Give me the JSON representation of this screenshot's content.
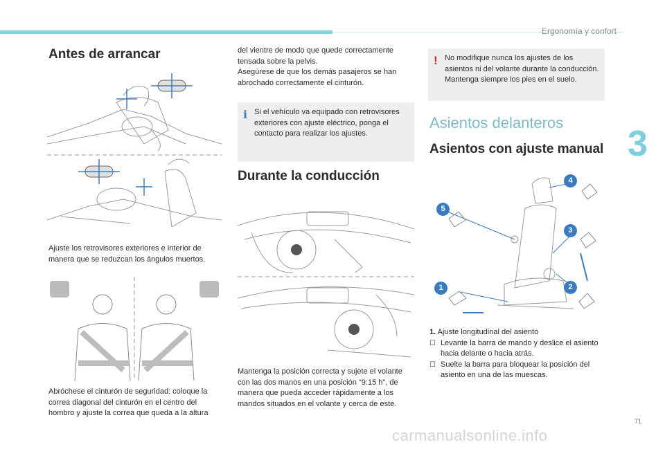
{
  "header": {
    "section_title": "Ergonomía y confort",
    "chapter_number": "3",
    "page_number": "71"
  },
  "watermark": "carmanualsonline.info",
  "col1": {
    "heading": "Antes de arrancar",
    "caption_mirrors": "Ajuste los retrovisores exteriores e interior de manera que se reduzcan los ángulos muertos.",
    "caption_belt": "Abróchese el cinturón de seguridad: coloque la correa diagonal del cinturón en el centro del hombro y ajuste la correa que queda a la altura"
  },
  "col2": {
    "continued_text": "del vientre de modo que quede correctamente tensada sobre la pelvis.\nAsegúrese de que los demás pasajeros se han abrochado correctamente el cinturón.",
    "info_note": {
      "icon": "info-icon",
      "text": "Si el vehículo va equipado con retrovisores exteriores con ajuste eléctrico, ponga el contacto para realizar los ajustes."
    },
    "heading": "Durante la conducción",
    "caption_driving": "Mantenga la posición correcta y sujete el volante con las dos manos en una posición \"9:15 h\", de manera que pueda acceder rápidamente a los mandos situados en el volante y cerca de este."
  },
  "col3": {
    "warning_note": {
      "icon": "warning-icon",
      "text": "No modifique nunca los ajustes de los asientos ni del volante durante la conducción.\nMantenga siempre los pies en el suelo."
    },
    "section_heading": "Asientos delanteros",
    "subheading": "Asientos con ajuste manual",
    "seat_callouts": [
      "1",
      "2",
      "3",
      "4",
      "5"
    ],
    "item1": {
      "number": "1.",
      "title": "Ajuste longitudinal del asiento",
      "bullets": [
        "Levante la barra de mando y deslice el asiento hacia delante o hacia atrás.",
        "Suelte la barra para bloquear la posición del asiento en una de las muescas."
      ]
    }
  },
  "colors": {
    "accent_cyan": "#7fd3e3",
    "callout_blue": "#3a7bbf",
    "warning_red": "#d9262e",
    "info_blue": "#3a7bbf",
    "box_grey": "#eeeeee"
  }
}
